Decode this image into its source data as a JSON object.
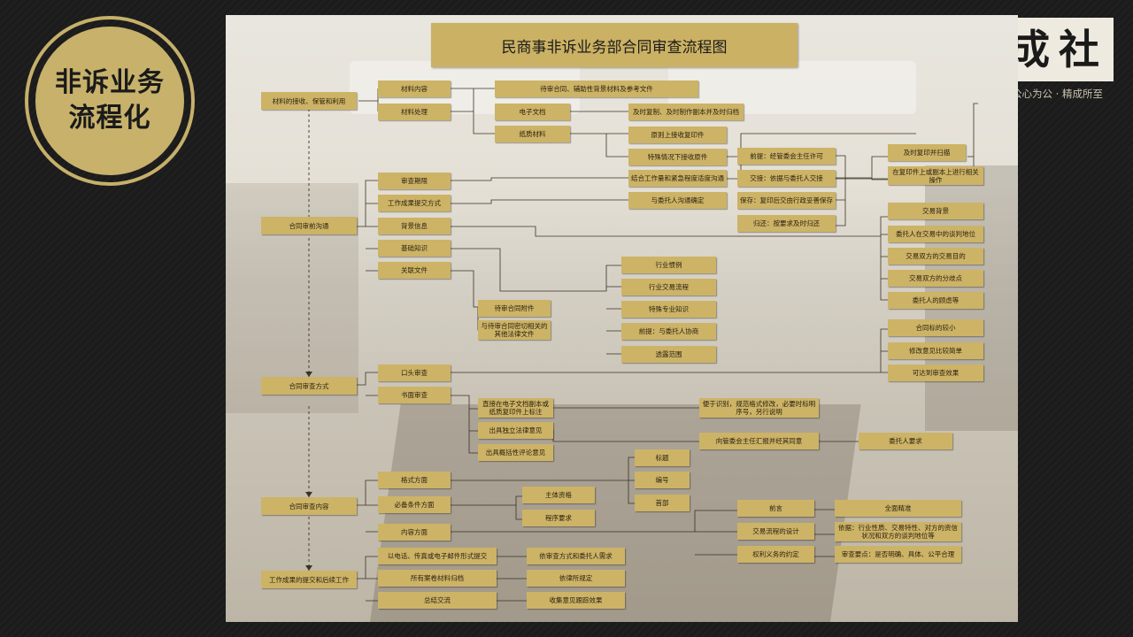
{
  "badge": {
    "line1": "非诉业务",
    "line2": "流程化"
  },
  "brand": {
    "logo_text": "乾成社",
    "slogan": "TRENDSET 公心为公 · 精成所至"
  },
  "diagram": {
    "title": "民商事非诉业务部合同审查流程图",
    "phases": {
      "p1": "材料的接收、保管和利用",
      "p2": "合同审前沟通",
      "p3": "合同审查方式",
      "p4": "合同审查内容",
      "p5": "工作成果的提交和后续工作"
    },
    "material": {
      "content": "材料内容",
      "processing": "材料处理",
      "content_desc": "待审合同、辅助性背景材料及参考文件",
      "electronic": "电子文档",
      "electronic_desc": "及时复制、及时制作副本并及时归档",
      "paper": "纸质材料",
      "paper_desc": "原则上接收复印件",
      "special": "特殊情况下接收原件",
      "prereq": "前提：经管委会主任许可",
      "handover": "交接：依据与委托人交接",
      "storage": "保存：复印后交由行政妥善保存",
      "return": "归还：按要求及时归还",
      "scan": "及时复印并扫描",
      "copy_ops": "在复印件上或副本上进行相关操作"
    },
    "comm": {
      "deadline": "审查期限",
      "submit_mode": "工作成果提交方式",
      "deadline_desc": "结合工作量和紧急程度适度沟通",
      "submit_desc": "与委托人沟通确定",
      "background": "背景信息",
      "basic": "基础知识",
      "related": "关联文件",
      "bg_items": [
        "交易背景",
        "委托人在交易中的谈判地位",
        "交易双方的交易目的",
        "交易双方的分歧点",
        "委托人的顾虑等"
      ],
      "basic_items": [
        "行业惯例",
        "行业交易流程",
        "特殊专业知识"
      ],
      "scope_premise": "前提：与委托人协商",
      "scope": "透露范围",
      "annex": "待审合同附件",
      "related_legal": "与待审合同密切相关的其他法律文件"
    },
    "method": {
      "oral": "口头审查",
      "written": "书面审查",
      "oral_items": [
        "合同标的较小",
        "修改意见比较简单",
        "可达到审查效果"
      ],
      "direct": "直接在电子文档副本或纸质复印件上标注",
      "direct_desc": "便于识别，规范格式修改，必要时标明序号，另行说明",
      "opinion": "出具独立法律意见",
      "report_desc": "向管委会主任汇报并经其同意",
      "client_req": "委托人要求",
      "summary": "出具概括性评论意见"
    },
    "content": {
      "format": "格式方面",
      "essential": "必备条件方面",
      "substance": "内容方面",
      "format_items": [
        "标题",
        "编号",
        "首部"
      ],
      "subject": "主体资格",
      "procedure": "程序要求",
      "preface": "前言",
      "preface_desc": "全面精准",
      "flow": "交易流程的设计",
      "flow_desc": "依据：行业性质、交易特性、对方的资信状况和双方的谈判地位等",
      "rights": "权利义务的约定",
      "rights_desc": "审查要点：是否明确、具体、公平合理"
    },
    "submit": {
      "send": "以电话、传真或电子邮件形式提交",
      "send_desc": "依审查方式和委托人需求",
      "archive": "所有案卷材料归档",
      "archive_desc": "依律所规定",
      "summary": "总结交流",
      "summary_desc": "收集意见跟踪效果"
    }
  },
  "colors": {
    "box": "#cdb366",
    "line": "#3a3226",
    "background": "#1d1d1d",
    "badge": "#c7b16b"
  }
}
